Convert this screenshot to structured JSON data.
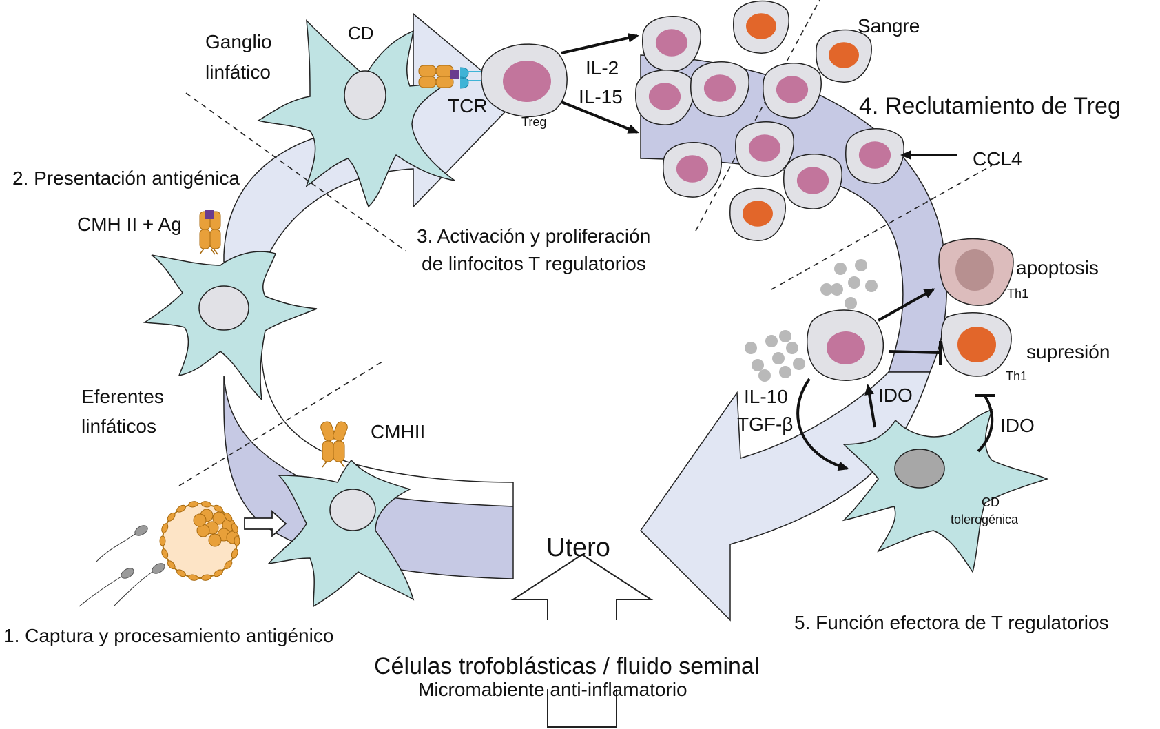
{
  "labels": {
    "cd_top": "CD",
    "ganglio_line1": "Ganglio",
    "ganglio_line2": "linfático",
    "tcr": "TCR",
    "treg": "Treg",
    "il2": "IL-2",
    "il15": "IL-15",
    "sangre": "Sangre",
    "step4": "4. Reclutamiento de Treg",
    "ccl4": "CCL4",
    "step2": "2. Presentación antigénica",
    "cmh_ag": "CMH II + Ag",
    "step3_line1": "3. Activación y proliferación",
    "step3_line2": "de linfocitos T regulatorios",
    "apoptosis": "apoptosis",
    "th1_a": "Th1",
    "supresion": "supresión",
    "th1_b": "Th1",
    "il10": "IL-10",
    "tgfb": "TGF-β",
    "ido_a": "IDO",
    "ido_b": "IDO",
    "eferentes_line1": "Eferentes",
    "eferentes_line2": "linfáticos",
    "cmhii": "CMHII",
    "cd_tol_line1": "CD",
    "cd_tol_line2": "tolerogénica",
    "utero": "Utero",
    "step5": "5. Función efectora de T regulatorios",
    "step1": "1. Captura y procesamiento antigénico",
    "bottom_line1": "Células trofoblásticas / fluido seminal",
    "bottom_line2": "Micromabiente anti-inflamatorio"
  },
  "colors": {
    "dendritic_fill": "#bfe3e3",
    "arrow_light": "#e1e6f3",
    "arrow_dark": "#c6c9e4",
    "treg_nucleus": "#c2759c",
    "cell_fill": "#e1e1e6",
    "blood_nucleus": "#e2662a",
    "mhc_orange": "#e8a03a",
    "antigen_purple": "#6a3c8e",
    "tcr_blue": "#3fb3d6",
    "apoptotic_fill": "#dcbcbc",
    "embryo_fill": "#fde4c6"
  }
}
